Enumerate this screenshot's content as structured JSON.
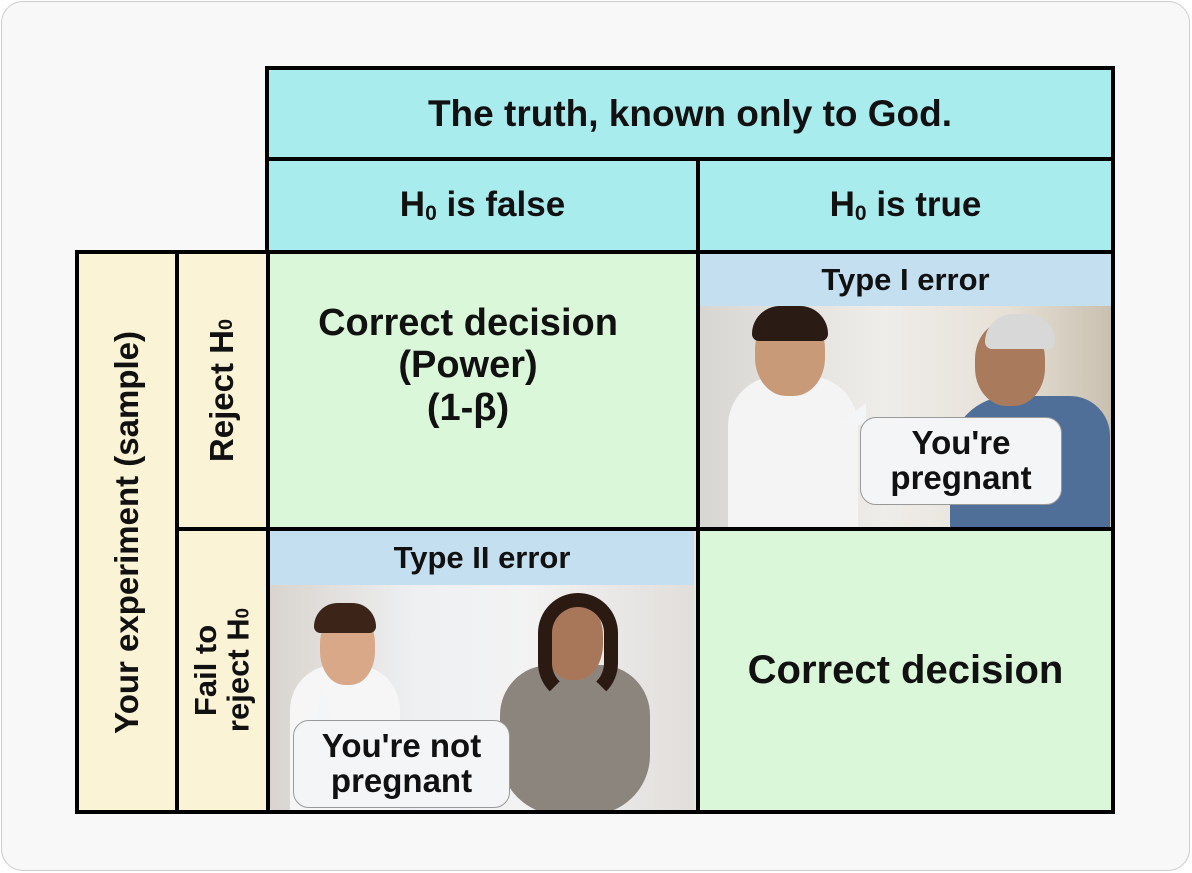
{
  "header": {
    "title": "The truth, known only to God."
  },
  "columns": [
    {
      "h": "H",
      "sub": "0",
      "rest": " is false"
    },
    {
      "h": "H",
      "sub": "0",
      "rest": " is true"
    }
  ],
  "rows_group": {
    "label": "Your experiment (sample)"
  },
  "rows": [
    {
      "label": "Reject H",
      "sub": "0"
    },
    {
      "label1": "Fail to",
      "label2": "reject H",
      "sub": "0"
    }
  ],
  "cells": {
    "power": {
      "line1": "Correct decision",
      "line2": "(Power)",
      "line3": "(1-β)"
    },
    "type1": {
      "title": "Type I error",
      "bubble1": "You're",
      "bubble2": "pregnant"
    },
    "type2": {
      "title": "Type II error",
      "bubble1": "You're not",
      "bubble2": "pregnant"
    },
    "correct": {
      "label": "Correct decision"
    }
  },
  "colors": {
    "header": "#a8ecee",
    "correct": "#daf8d9",
    "rowlabels": "#fbf3d6",
    "banner": "#c4dff0"
  }
}
